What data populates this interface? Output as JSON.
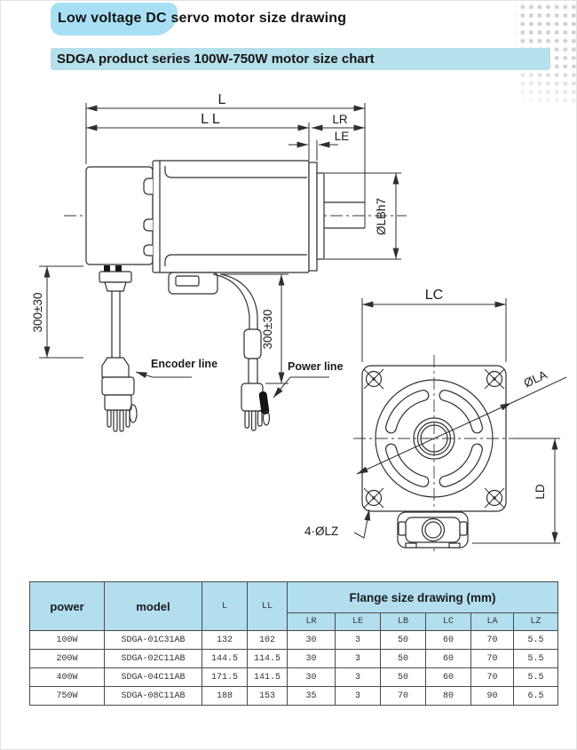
{
  "titles": {
    "main": "Low voltage DC servo motor size drawing",
    "sub": "SDGA product series 100W-750W motor size chart"
  },
  "drawing": {
    "side_view": {
      "dim_l": "L",
      "dim_ll": "L L",
      "dim_lr": "LR",
      "dim_le": "LE",
      "dim_shaft_dia": "ØLBh7",
      "encoder_cable_length": "300±30",
      "power_cable_length": "300±30",
      "encoder_label": "Encoder line",
      "power_label": "Power line"
    },
    "front_view": {
      "dim_lc": "LC",
      "dim_la": "ØLA",
      "dim_ld": "LD",
      "dim_lz": "4·ØLZ"
    }
  },
  "table": {
    "headers": {
      "power": "power",
      "model": "model",
      "l": "L",
      "ll": "LL",
      "flange_group": "Flange size drawing (mm)",
      "sub": [
        "LR",
        "LE",
        "LB",
        "LC",
        "LA",
        "LZ"
      ]
    },
    "rows": [
      {
        "power": "100W",
        "model": "SDGA-01C31AB",
        "l": "132",
        "ll": "102",
        "lr": "30",
        "le": "3",
        "lb": "50",
        "lc": "60",
        "la": "70",
        "lz": "5.5"
      },
      {
        "power": "200W",
        "model": "SDGA-02C11AB",
        "l": "144.5",
        "ll": "114.5",
        "lr": "30",
        "le": "3",
        "lb": "50",
        "lc": "60",
        "la": "70",
        "lz": "5.5"
      },
      {
        "power": "400W",
        "model": "SDGA-04C11AB",
        "l": "171.5",
        "ll": "141.5",
        "lr": "30",
        "le": "3",
        "lb": "50",
        "lc": "60",
        "la": "70",
        "lz": "5.5"
      },
      {
        "power": "750W",
        "model": "SDGA-08C11AB",
        "l": "188",
        "ll": "153",
        "lr": "35",
        "le": "3",
        "lb": "70",
        "lc": "80",
        "la": "90",
        "lz": "6.5"
      }
    ]
  },
  "colors": {
    "title_highlight": "#a7dff5",
    "section_bar": "#b5e0ec",
    "table_header": "#b2deee",
    "line": "#2f2f2f"
  }
}
